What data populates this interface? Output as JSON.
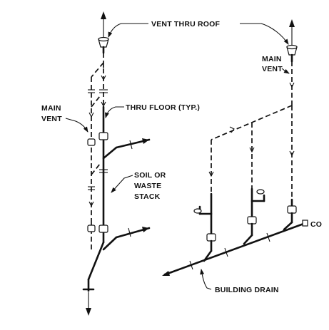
{
  "labels": {
    "vent_thru_roof": "VENT THRU ROOF",
    "main_vent_left_1": "MAIN",
    "main_vent_left_2": "VENT",
    "thru_floor": "THRU FLOOR (TYP.)",
    "soil_1": "SOIL OR",
    "soil_2": "WASTE",
    "soil_3": "STACK",
    "main_vent_right_1": "MAIN",
    "main_vent_right_2": "VENT",
    "building_drain": "BUILDING DRAIN",
    "cleanout": "CO"
  },
  "colors": {
    "ink": "#111111",
    "background": "#ffffff"
  }
}
